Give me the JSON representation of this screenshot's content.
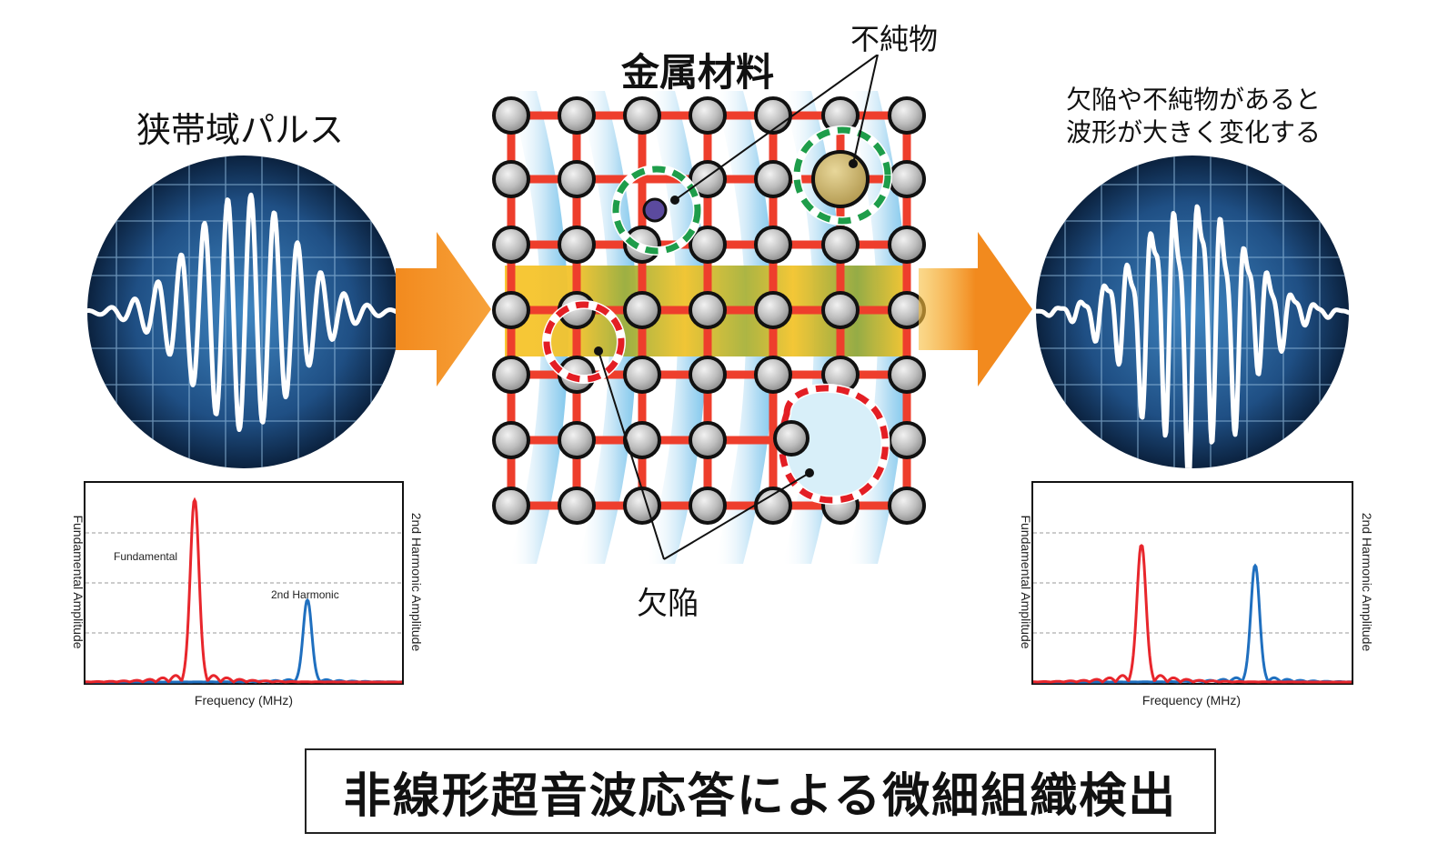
{
  "labels": {
    "narrowband_pulse": "狭帯域パルス",
    "metal_material": "金属材料",
    "impurity": "不純物",
    "defect": "欠陥",
    "result_line1": "欠陥や不純物があると",
    "result_line2": "波形が大きく変化する",
    "caption": "非線形超音波応答による微細組織検出"
  },
  "spectrum_left": {
    "xlabel": "Frequency (MHz)",
    "ylabel_left": "Fundamental Amplitude",
    "ylabel_right": "2nd Harmonic Amplitude",
    "annotation_fundamental": "Fundamental",
    "annotation_harmonic": "2nd Harmonic"
  },
  "spectrum_right": {
    "xlabel": "Frequency (MHz)",
    "ylabel_left": "Fundamental Amplitude",
    "ylabel_right": "2nd Harmonic Amplitude"
  },
  "colors": {
    "fundamental": "#e8262c",
    "harmonic": "#1f6fbf",
    "lattice_bond": "#ee3e2c",
    "impurity_ring": "#1e9d4a",
    "defect_ring": "#e31e24",
    "arrow": "#f7941d",
    "scope_dark": "#0d2a4c",
    "scope_light": "#3a78b0"
  }
}
